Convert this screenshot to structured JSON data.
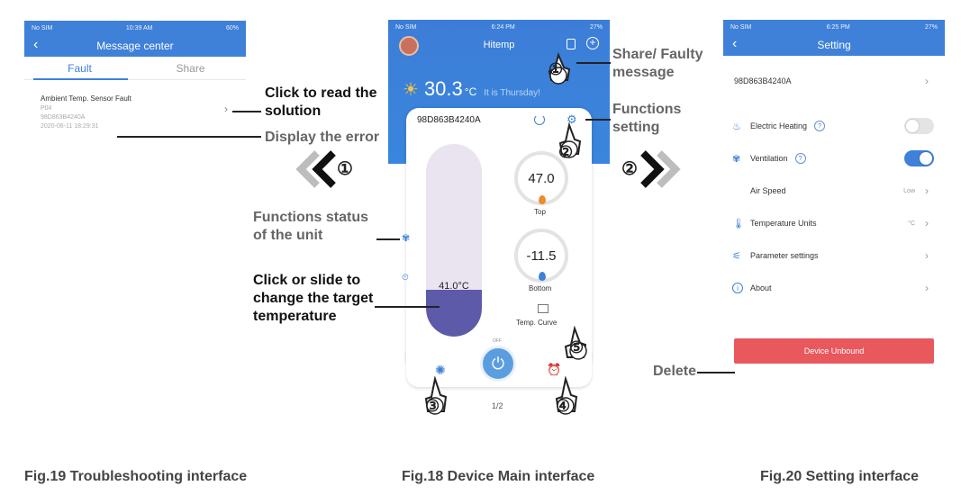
{
  "fig19": {
    "status": {
      "carrier": "No SIM",
      "time": "10:39 AM",
      "battery": "60%"
    },
    "nav_title": "Message center",
    "tabs": [
      {
        "label": "Fault"
      },
      {
        "label": "Share"
      }
    ],
    "fault": {
      "title": "Ambient Temp. Sensor Fault",
      "code": "P04",
      "device_id": "98D863B4240A",
      "timestamp": "2020-06-11 18:29:31"
    },
    "caption": "Fig.19 Troubleshooting interface"
  },
  "fig18": {
    "status": {
      "carrier": "No SIM",
      "time": "6:24 PM",
      "battery": "27%"
    },
    "nav_title": "Hitemp",
    "weather": {
      "temp": "30.3",
      "unit": "°C",
      "day": "It is Thursday!"
    },
    "device_id": "98D863B4240A",
    "tank_label": "41.0°C",
    "top": {
      "value": "47.0",
      "label": "Top"
    },
    "bottom": {
      "value": "-11.5",
      "label": "Bottom"
    },
    "temp_curve": "Temp. Curve",
    "power_label": "OFF",
    "pager": "1/2",
    "caption": "Fig.18 Device Main interface"
  },
  "fig20": {
    "status": {
      "carrier": "No SIM",
      "time": "6:25 PM",
      "battery": "27%"
    },
    "nav_title": "Setting",
    "device_id": "98D863B4240A",
    "electric_heating": "Electric Heating",
    "ventilation": "Ventilation",
    "air_speed": {
      "label": "Air Speed",
      "value": "Low"
    },
    "temperature_units": {
      "label": "Temperature Units",
      "value": "°C"
    },
    "parameter_settings": "Parameter settings",
    "about": "About",
    "unbound": "Device Unbound",
    "toggles": {
      "electric_heating": false,
      "ventilation": true
    },
    "caption": "Fig.20 Setting interface"
  },
  "annotations": {
    "read_solution": "Click to read the solution",
    "display_error": "Display the error",
    "step1": "①",
    "step2": "②",
    "functions_status": "Functions status of the unit",
    "click_slide": "Click or slide to change the target temperature",
    "share_faulty": "Share/ Faulty message",
    "functions_setting": "Functions setting",
    "delete": "Delete",
    "hand_nums": [
      "①",
      "②",
      "③",
      "④",
      "⑤"
    ]
  },
  "colors": {
    "brand_blue": "#3f80d8",
    "unbound_red": "#e8585d",
    "tank_fill": "#5d5aa9"
  }
}
